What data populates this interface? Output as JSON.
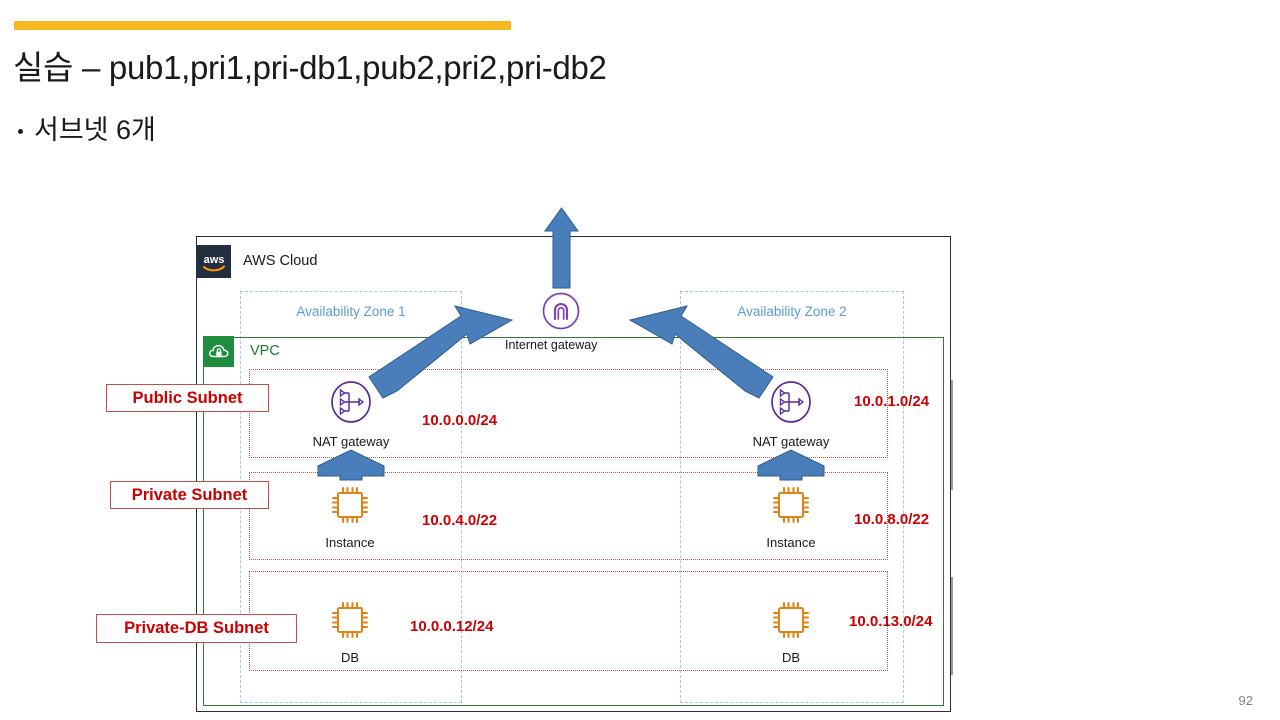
{
  "slide": {
    "title": "실습 – pub1,pri1,pri-db1,pub2,pri2,pri-db2",
    "bullet": "서브넷 6개",
    "page_number": "92",
    "accent_color": "#f5b821"
  },
  "diagram": {
    "cloud": {
      "label": "AWS Cloud",
      "logo_icon": "aws-logo-icon",
      "border_color": "#232f3e"
    },
    "vpc": {
      "label": "VPC",
      "icon": "vpc-cloud-lock-icon",
      "border_color": "#2e7d32"
    },
    "availability_zones": [
      {
        "label": "Availability Zone 1",
        "color": "#5b9bd5"
      },
      {
        "label": "Availability Zone 2",
        "color": "#5b9bd5"
      }
    ],
    "internet_gateway": {
      "label": "Internet gateway",
      "icon": "internet-gateway-icon",
      "color": "#7b3fbf"
    },
    "subnet_labels": [
      {
        "name": "Public Subnet",
        "color": "#cc0000"
      },
      {
        "name": "Private Subnet",
        "color": "#cc0000"
      },
      {
        "name": "Private-DB Subnet",
        "color": "#cc0000"
      }
    ],
    "cidrs": {
      "public_az1": "10.0.0.0/24",
      "public_az2": "10.0.1.0/24",
      "private_az1": "10.0.4.0/22",
      "private_az2": "10.0.8.0/22",
      "privatedb_az1": "10.0.0.12/24",
      "privatedb_az2": "10.0.13.0/24"
    },
    "nodes": {
      "nat_gateway_az1": {
        "caption": "NAT gateway",
        "icon": "nat-gateway-icon"
      },
      "nat_gateway_az2": {
        "caption": "NAT gateway",
        "icon": "nat-gateway-icon"
      },
      "instance_az1": {
        "caption": "Instance",
        "icon": "ec2-instance-icon"
      },
      "instance_az2": {
        "caption": "Instance",
        "icon": "ec2-instance-icon"
      },
      "db_az1": {
        "caption": "DB",
        "icon": "database-instance-icon"
      },
      "db_az2": {
        "caption": "DB",
        "icon": "database-instance-icon"
      }
    },
    "arrows": {
      "color": "#4a7ebb",
      "items": [
        {
          "name": "igw-to-internet-arrow",
          "direction": "up"
        },
        {
          "name": "nat1-to-igw-arrow",
          "direction": "up-right"
        },
        {
          "name": "nat2-to-igw-arrow",
          "direction": "up-left"
        },
        {
          "name": "instance1-to-nat1-arrow",
          "direction": "up"
        },
        {
          "name": "instance2-to-nat2-arrow",
          "direction": "up"
        }
      ]
    }
  }
}
